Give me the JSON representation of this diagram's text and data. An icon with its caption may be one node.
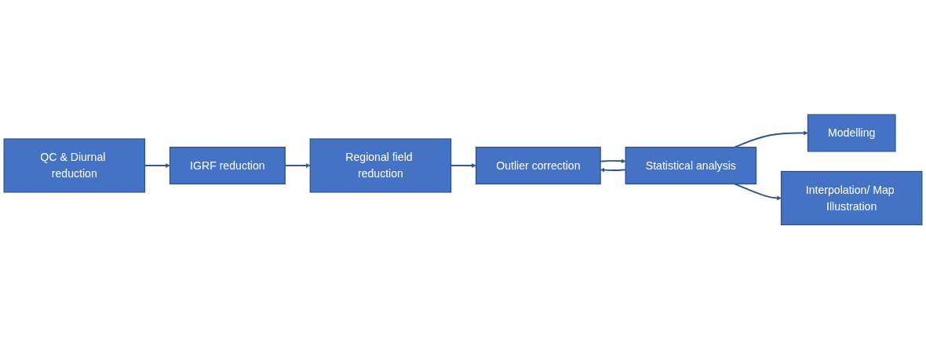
{
  "diagram": {
    "nodes": [
      {
        "text": [
          "QC & Diurnal reduction"
        ]
      },
      {
        "text": [
          "IGRF reduction"
        ]
      },
      {
        "text": [
          "Regional field reduction"
        ]
      },
      {
        "text": [
          "Outlier correction"
        ]
      },
      {
        "text": [
          "Modelling"
        ]
      },
      {
        "text": [
          "Statistical analysis"
        ]
      },
      {
        "text": [
          "Interpolation/ Map Illustration"
        ]
      }
    ],
    "edges": [
      {
        "from": 0,
        "to": 1,
        "arrow": "to"
      },
      {
        "from": 1,
        "to": 2,
        "arrow": "to"
      },
      {
        "from": 2,
        "to": 3,
        "arrow": "to"
      },
      {
        "from": 3,
        "to": 5,
        "arrow": "to"
      },
      {
        "from": 5,
        "to": 4,
        "arrow": "to"
      },
      {
        "from": 5,
        "to": 6,
        "arrow": "to"
      },
      {
        "from": 5,
        "to": 3,
        "arrow": "to"
      }
    ]
  }
}
